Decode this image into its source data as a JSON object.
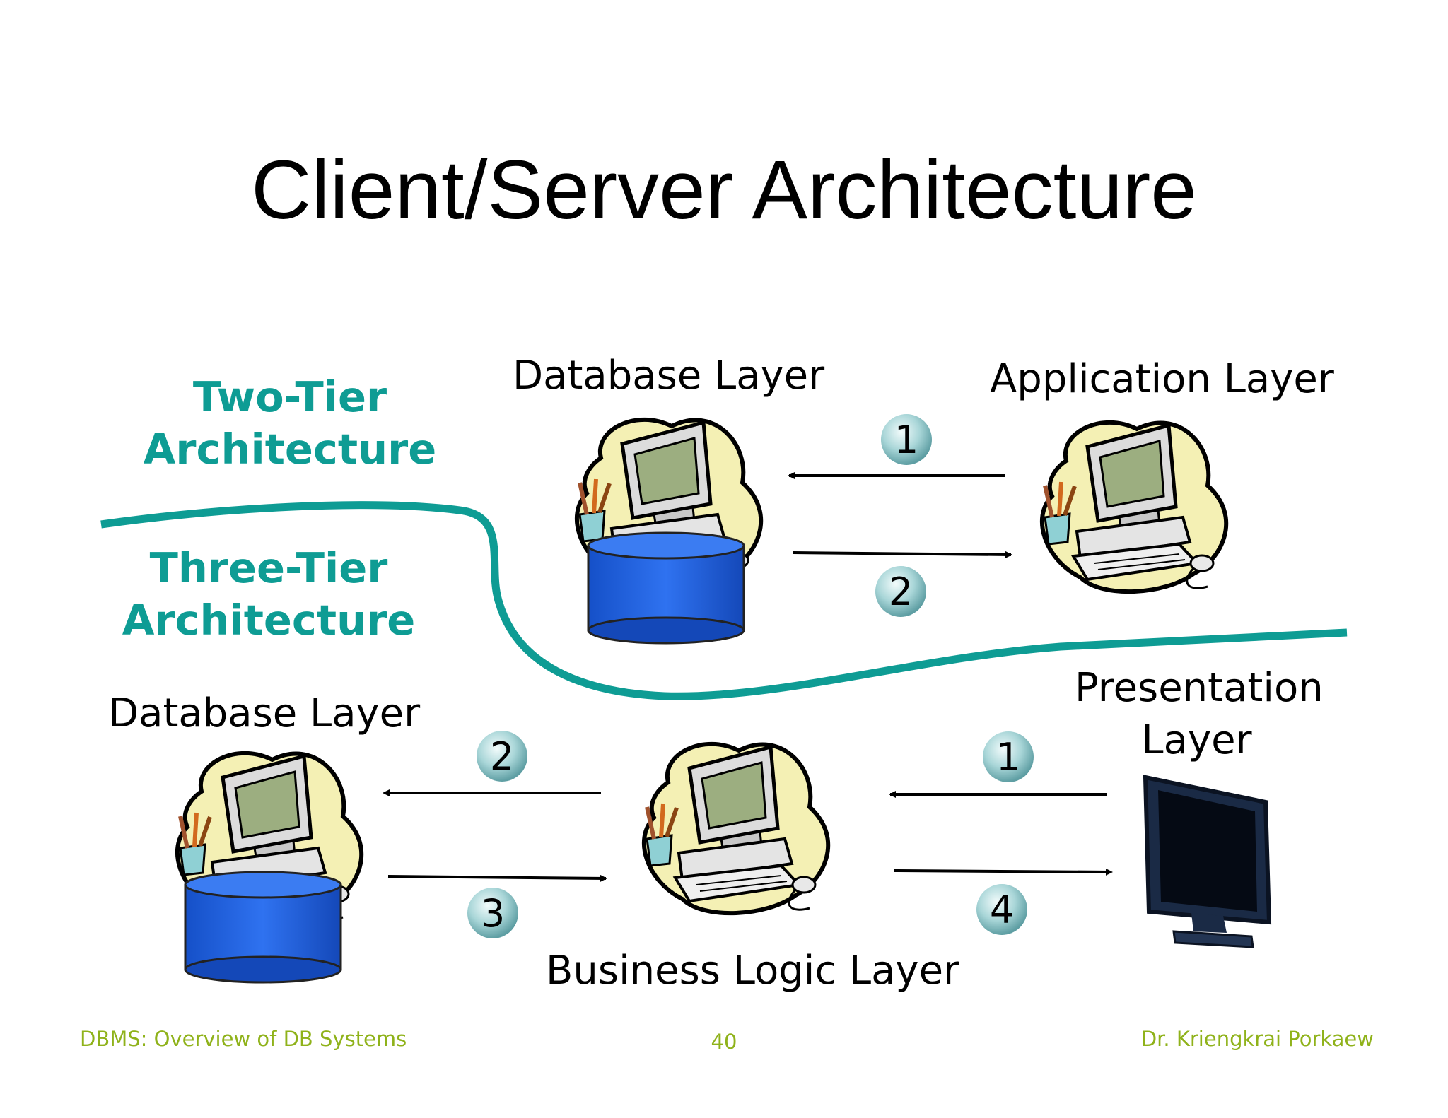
{
  "title": "Client/Server Architecture",
  "tiers": {
    "two_tier": {
      "line1": "Two-Tier",
      "line2": "Architecture"
    },
    "three_tier": {
      "line1": "Three-Tier",
      "line2": "Architecture"
    }
  },
  "two_tier_layers": {
    "database": "Database Layer",
    "application": "Application Layer"
  },
  "three_tier_layers": {
    "database": "Database Layer",
    "business": "Business Logic Layer",
    "presentation_line1": "Presentation",
    "presentation_line2": "Layer"
  },
  "steps": {
    "two_tier": [
      "1",
      "2"
    ],
    "three_tier": [
      "2",
      "3",
      "1",
      "4"
    ]
  },
  "colors": {
    "tier_text": "#0e9c94",
    "divider": "#0e9c94",
    "footer_text": "#8fb21a",
    "database": "#1c5fe0"
  },
  "footer": {
    "left": "DBMS: Overview of DB Systems",
    "page": "40",
    "right": "Dr. Kriengkrai Porkaew"
  }
}
